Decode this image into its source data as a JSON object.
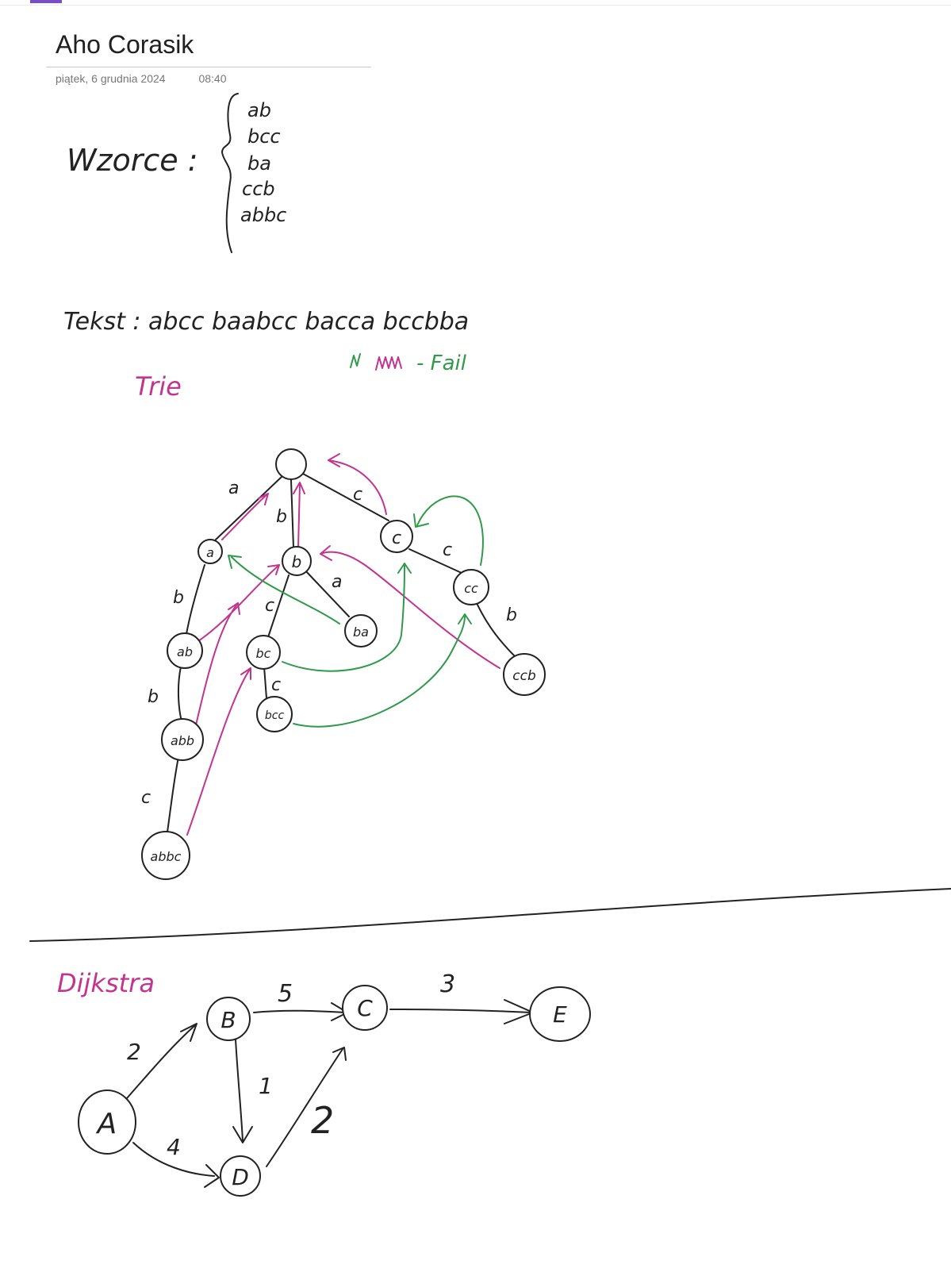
{
  "page": {
    "title": "Aho Corasik",
    "date": "piątek, 6 grudnia 2024",
    "time": "08:40"
  },
  "colors": {
    "ink": "#222222",
    "magenta": "#c2358f",
    "green": "#2e9a4a",
    "accent": "#7a4fc4"
  },
  "notes": {
    "patterns_label": "Wzorce :",
    "patterns": [
      "ab",
      "bcc",
      "ba",
      "ccb",
      "abbc"
    ],
    "text_label": "Tekst : abcc baabcc bacca bccbba",
    "legend_fail": "- Fail",
    "trie_label": "Trie"
  },
  "trie": {
    "nodes": [
      "",
      "a",
      "b",
      "c",
      "ab",
      "bc",
      "ba",
      "cc",
      "abb",
      "bcc",
      "ccb",
      "abbc"
    ],
    "edge_labels": [
      "a",
      "b",
      "c",
      "b",
      "c",
      "a",
      "c",
      "b",
      "b",
      "c",
      "c"
    ]
  },
  "dijkstra": {
    "label": "Dijkstra",
    "nodes": [
      "A",
      "B",
      "C",
      "D",
      "E"
    ],
    "edges": [
      {
        "from": "A",
        "to": "B",
        "w": "2"
      },
      {
        "from": "A",
        "to": "D",
        "w": "4"
      },
      {
        "from": "B",
        "to": "C",
        "w": "5"
      },
      {
        "from": "B",
        "to": "D",
        "w": "1"
      },
      {
        "from": "D",
        "to": "C",
        "w": "2"
      },
      {
        "from": "C",
        "to": "E",
        "w": "3"
      }
    ]
  }
}
